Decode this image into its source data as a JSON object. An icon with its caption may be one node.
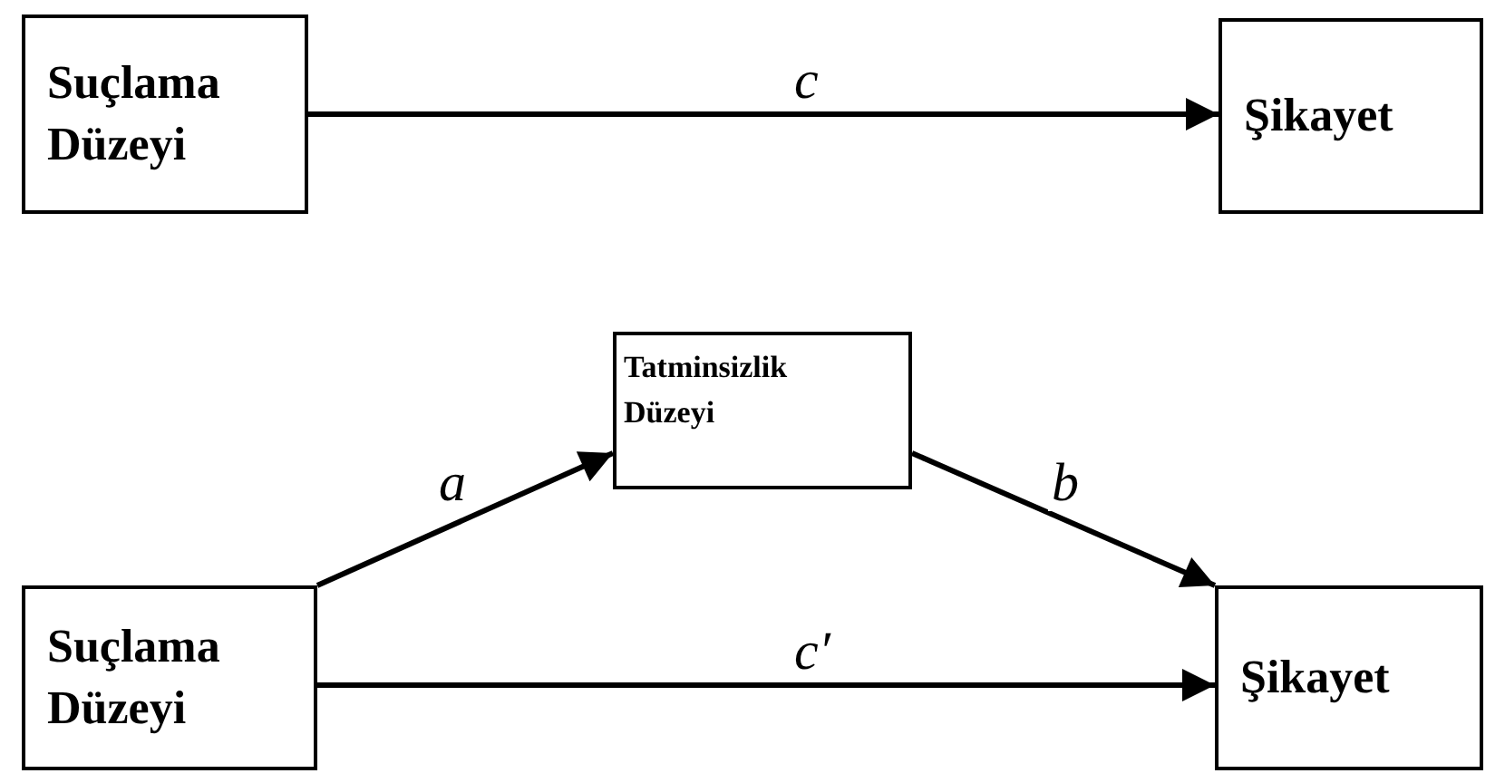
{
  "diagram": {
    "nodes": [
      {
        "text": [
          "Suçlama Düzeyi"
        ]
      },
      {
        "text": [
          "Şikayet"
        ]
      },
      {
        "text": [
          "Tatminsizlik Düzeyi"
        ]
      },
      {
        "text": [
          "Suçlama Düzeyi"
        ]
      },
      {
        "text": [
          "Şikayet"
        ]
      }
    ],
    "edges": [
      {
        "from": 0,
        "to": 1,
        "arrow": "to",
        "label": "c"
      },
      {
        "from": 3,
        "to": 2,
        "arrow": "to",
        "label": "a"
      },
      {
        "from": 2,
        "to": 4,
        "arrow": "to",
        "label": "b"
      },
      {
        "from": 3,
        "to": 4,
        "arrow": "to",
        "label": "c′"
      }
    ]
  }
}
